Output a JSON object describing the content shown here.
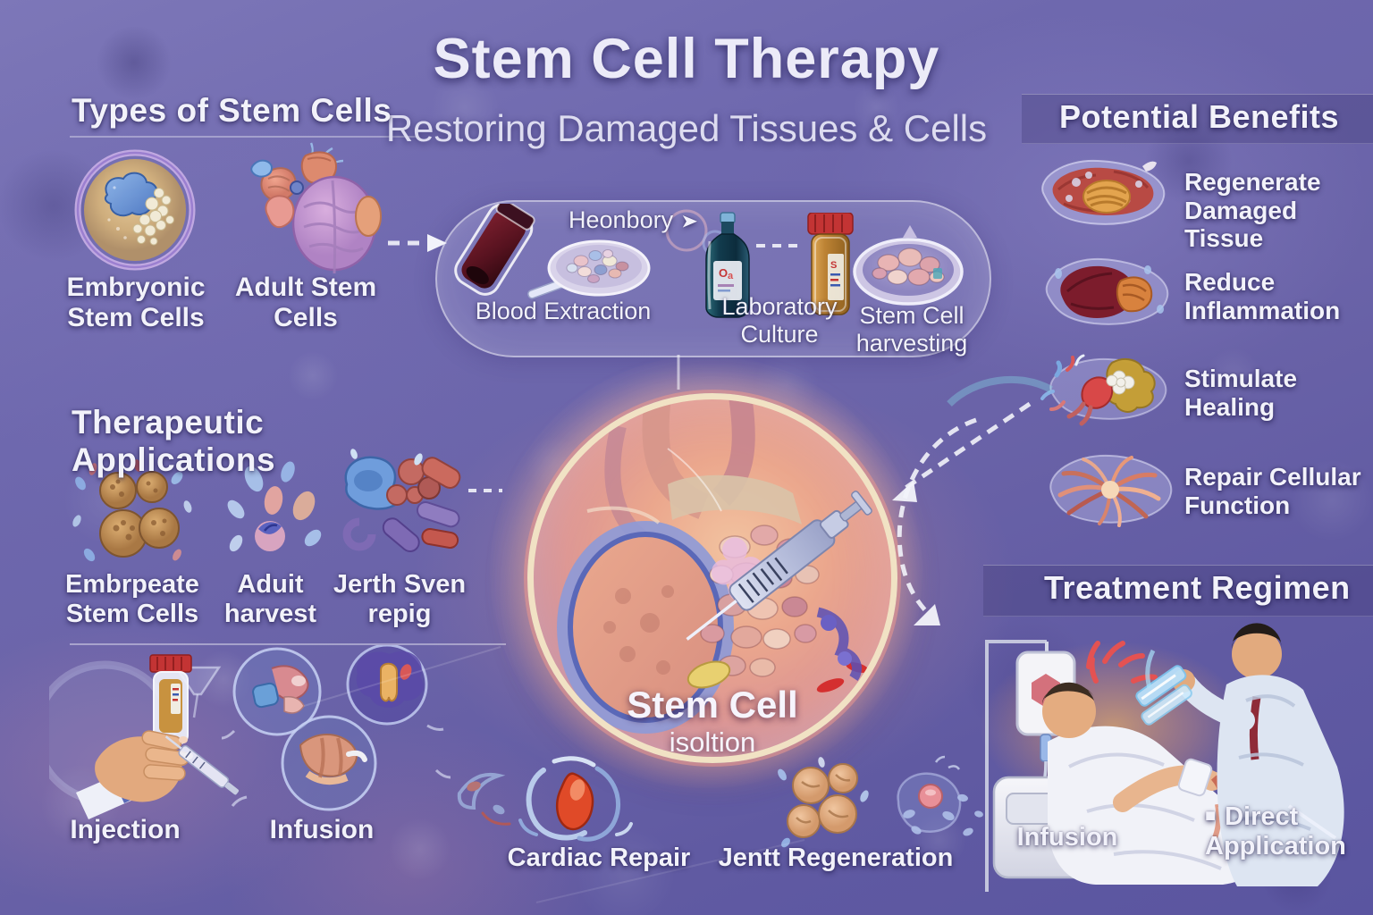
{
  "title": {
    "main": "Stem Cell Therapy",
    "subtitle": "Restoring Damaged Tissues & Cells"
  },
  "types": {
    "heading": "Types of Stem Cells",
    "items": [
      {
        "label": "Embryonic Stem Cells",
        "icon": "embryonic-cell-icon"
      },
      {
        "label": "Adult Stem Cells",
        "icon": "adult-organs-icon"
      }
    ]
  },
  "process": {
    "note": "Heonbory",
    "note_glyph": "➤",
    "note_icon": "arrow-right-icon",
    "steps": [
      {
        "label": "Blood Extraction",
        "icon": "blood-tube-icon"
      },
      {
        "label": "Laboratory Culture",
        "icon": "culture-bottle-icon"
      },
      {
        "label": "Stem Cell harvesting",
        "icon": "harvest-dish-icon"
      }
    ]
  },
  "benefits": {
    "heading": "Potential Benefits",
    "items": [
      {
        "label": "Regenerate Damaged Tissue",
        "icon": "tissue-icon"
      },
      {
        "label": "Reduce Inflammation",
        "icon": "inflammation-icon"
      },
      {
        "label": "Stimulate Healing",
        "icon": "healing-icon"
      },
      {
        "label": "Repair Cellular Function",
        "icon": "cellular-function-icon"
      }
    ]
  },
  "applications": {
    "heading": "Therapeutic Applications",
    "items": [
      {
        "label": "Embrpeate Stem Cells",
        "icon": "cell-cluster-icon"
      },
      {
        "label": "Aduit harvest",
        "icon": "droplet-cells-icon"
      },
      {
        "label": "Jerth Sven repig",
        "icon": "joint-cells-icon"
      }
    ]
  },
  "center": {
    "line1": "Stem Cell",
    "line2": "isoltion",
    "icon": "heart-syringe-illustration"
  },
  "treatment": {
    "heading": "Treatment Regimen",
    "items": [
      {
        "label": "Infusion",
        "icon": "iv-infusion-scene"
      },
      {
        "bullet": "■",
        "label": "Direct Application",
        "icon": "direct-application-scene"
      }
    ]
  },
  "bottom": {
    "items": [
      {
        "label": "Injection",
        "icon": "hand-vial-icon"
      },
      {
        "label": "Infusion",
        "icon": "organ-circles-icon"
      },
      {
        "label": "Cardiac Repair",
        "icon": "cardiac-swirl-icon"
      },
      {
        "label": "Jentt Regeneration",
        "icon": "joint-regen-icon"
      }
    ]
  },
  "colors": {
    "background": "#6b66a9",
    "heading_text": "#f2f2fa",
    "ring_cream": "#f1e2c4",
    "ring_pink": "#eb988e",
    "red_cap": "#c33434",
    "amber": "#c8923f",
    "bottle_teal": "#16404f",
    "cyan_glow": "#86d8e6"
  }
}
